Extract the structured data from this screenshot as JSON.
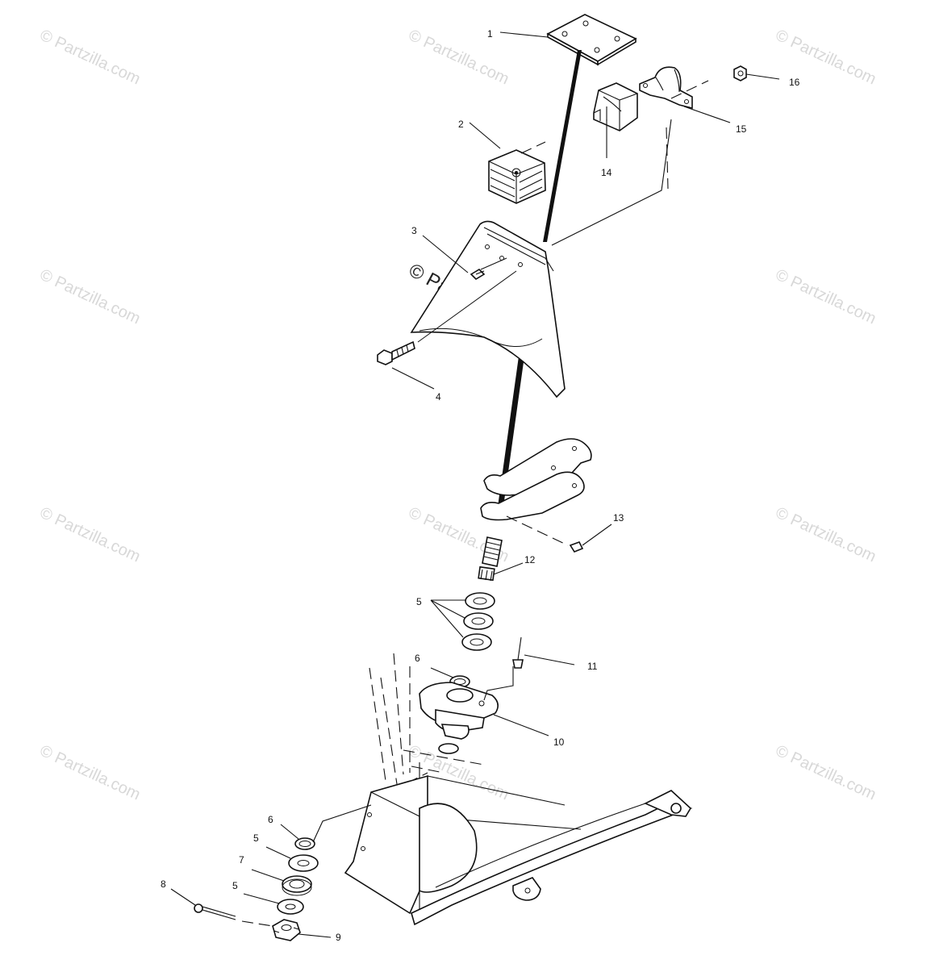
{
  "watermarks": {
    "tile_text": "© Partzilla.com",
    "center_text": "© Partzilla.com"
  },
  "callouts": {
    "c1": "1",
    "c2": "2",
    "c3": "3",
    "c4": "4",
    "c5a": "5",
    "c5b": "5",
    "c5c": "5",
    "c6a": "6",
    "c6b": "6",
    "c7": "7",
    "c8": "8",
    "c9": "9",
    "c10": "10",
    "c11": "11",
    "c12": "12",
    "c13": "13",
    "c14": "14",
    "c15": "15",
    "c16": "16"
  }
}
